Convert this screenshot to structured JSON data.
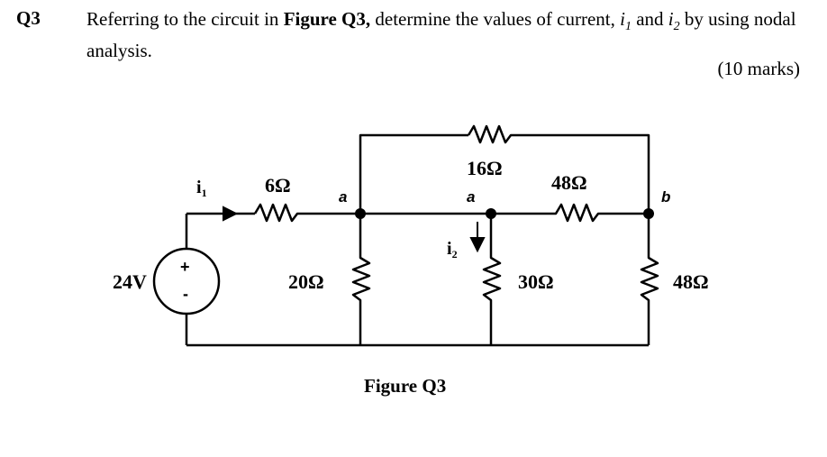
{
  "question": {
    "number": "Q3",
    "text_part1": "Referring to the circuit in ",
    "figure_ref": "Figure Q3,",
    "text_part2": " determine the values of current, ",
    "i1_sym": "i",
    "i1_sub": "1",
    "and": " and ",
    "i2_sym": "i",
    "i2_sub": "2",
    "text_part3": " by using nodal analysis.",
    "marks": "(10 marks)"
  },
  "circuit": {
    "source_voltage": "24V",
    "source_plus": "+",
    "source_minus": "-",
    "r1": "6Ω",
    "r2": "20Ω",
    "r3": "16Ω",
    "r4": "48Ω",
    "r5": "30Ω",
    "r6": "48Ω",
    "node_a1": "a",
    "node_a2": "a",
    "node_b": "b",
    "current1": "i",
    "current1_sub": "1",
    "current2": "i",
    "current2_sub": "2"
  },
  "caption": "Figure Q3"
}
